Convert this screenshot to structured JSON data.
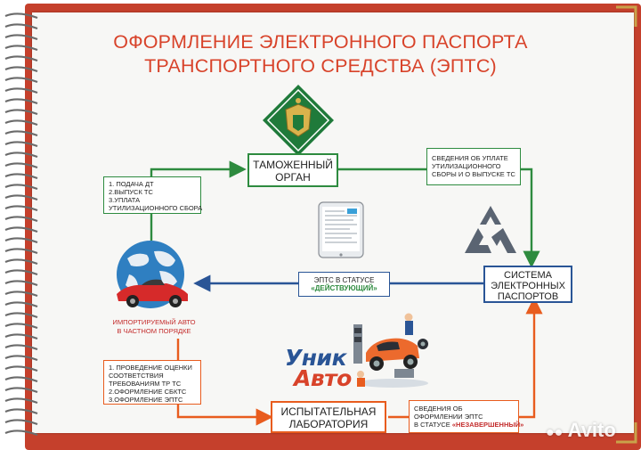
{
  "title": {
    "line1": "ОФОРМЛЕНИЕ ЭЛЕКТРОННОГО ПАСПОРТА",
    "line2": "ТРАНСПОРТНОГО СРЕДСТВА (ЭПТС)"
  },
  "nodes": {
    "customs": {
      "line1": "ТАМОЖЕННЫЙ",
      "line2": "ОРГАН"
    },
    "system": {
      "line1": "СИСТЕМА",
      "line2": "ЭЛЕКТРОННЫХ",
      "line3": "ПАСПОРТОВ"
    },
    "lab": {
      "line1": "ИСПЫТАТЕЛЬНАЯ",
      "line2": "ЛАБОРАТОРИЯ"
    }
  },
  "notes": {
    "customs_steps": [
      "1. ПОДАЧА ДТ",
      "2.ВЫПУСК ТС",
      "3.УПЛАТА",
      "УТИЛИЗАЦИОННОГО СБОРА"
    ],
    "payment_info": [
      "СВЕДЕНИЯ ОБ УПЛАТЕ",
      "УТИЛИЗАЦИОННОГО",
      "СБОРЫ И О ВЫПУСКЕ ТС"
    ],
    "epts_status_prefix": "ЭПТС В СТАТУСЕ",
    "epts_status_value": "«ДЕЙСТВУЮЩИЙ»",
    "lab_steps": [
      "1. ПРОВЕДЕНИЕ ОЦЕНКИ",
      "СООТВЕТСТВИЯ",
      "ТРЕБОВАНИЯМ ТР ТС",
      "2.ОФОРМЛЕНИЕ СБКТС",
      "3.ОФОРМЛЕНИЕ ЭПТС"
    ],
    "lab_info": [
      "СВЕДЕНИЯ ОБ",
      "ОФОРМЛЕНИИ ЭПТС"
    ],
    "lab_info_prefix": "В СТАТУСЕ ",
    "lab_info_value": "«НЕЗАВЕРШЕННЫЙ»"
  },
  "import_caption": {
    "line1": "ИМПОРТИРУЕМЫЙ АВТО",
    "line2": "В ЧАСТНОМ ПОРЯДКЕ"
  },
  "brand": {
    "line1": "Уник",
    "line2": "Авто"
  },
  "watermark": "Avito",
  "colors": {
    "green": "#2e8b3f",
    "orange": "#e85c1e",
    "blue": "#2a5596",
    "red": "#d8432a",
    "notebook_cover": "#c5402c"
  }
}
